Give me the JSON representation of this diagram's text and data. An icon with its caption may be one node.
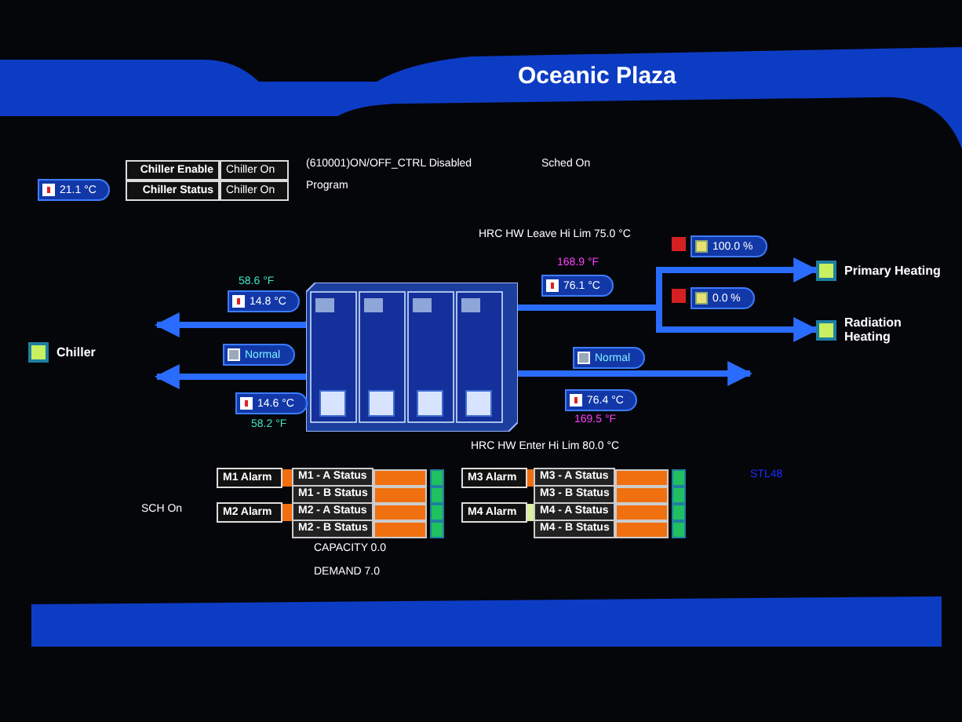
{
  "diagram": {
    "title": "Oceanic Plaza",
    "nodes": [
      {
        "text": [
          "Chiller"
        ]
      },
      {
        "text": [],
        "shape": "box"
      },
      {
        "text": [
          "Primary Heating"
        ]
      },
      {
        "text": [
          "Radiation Heating"
        ]
      }
    ],
    "edges": [
      {
        "from": 1,
        "to": null,
        "arrow": "to"
      },
      {
        "from": 1,
        "to": null,
        "arrow": "to"
      },
      {
        "from": 1,
        "to": 2,
        "arrow": "to"
      },
      {
        "from": 1,
        "to": 3,
        "arrow": "to"
      },
      {
        "from": 1,
        "to": null,
        "arrow": "to"
      }
    ],
    "labels": [
      "21.1 °C",
      "Chiller Enable",
      "Chiller On",
      "Chiller Status",
      "Chiller On",
      "(610001)ON/OFF_CTRL Disabled",
      "Program",
      "Sched On",
      "HRC HW Leave Hi Lim 75.0 °C",
      "100.0 %",
      "58.6 °F",
      "14.8 °C",
      "168.9 °F",
      "76.1 °C",
      "0.0 %",
      "Normal",
      "Normal",
      "14.6 °C",
      "76.4 °C",
      "58.2 °F",
      "169.5 °F",
      "HRC HW Enter Hi Lim 80.0 °C",
      "M1 Alarm",
      "M1 - A Status",
      "M3 Alarm",
      "M3 - A Status",
      "STL48",
      "M1 - B Status",
      "M3 - B Status",
      "SCH On",
      "M2 Alarm",
      "M2 - A Status",
      "M4 Alarm",
      "M4 - A Status",
      "M2 - B Status",
      "M4 - B Status",
      "CAPACITY 0.0",
      "DEMAND 7.0"
    ]
  }
}
